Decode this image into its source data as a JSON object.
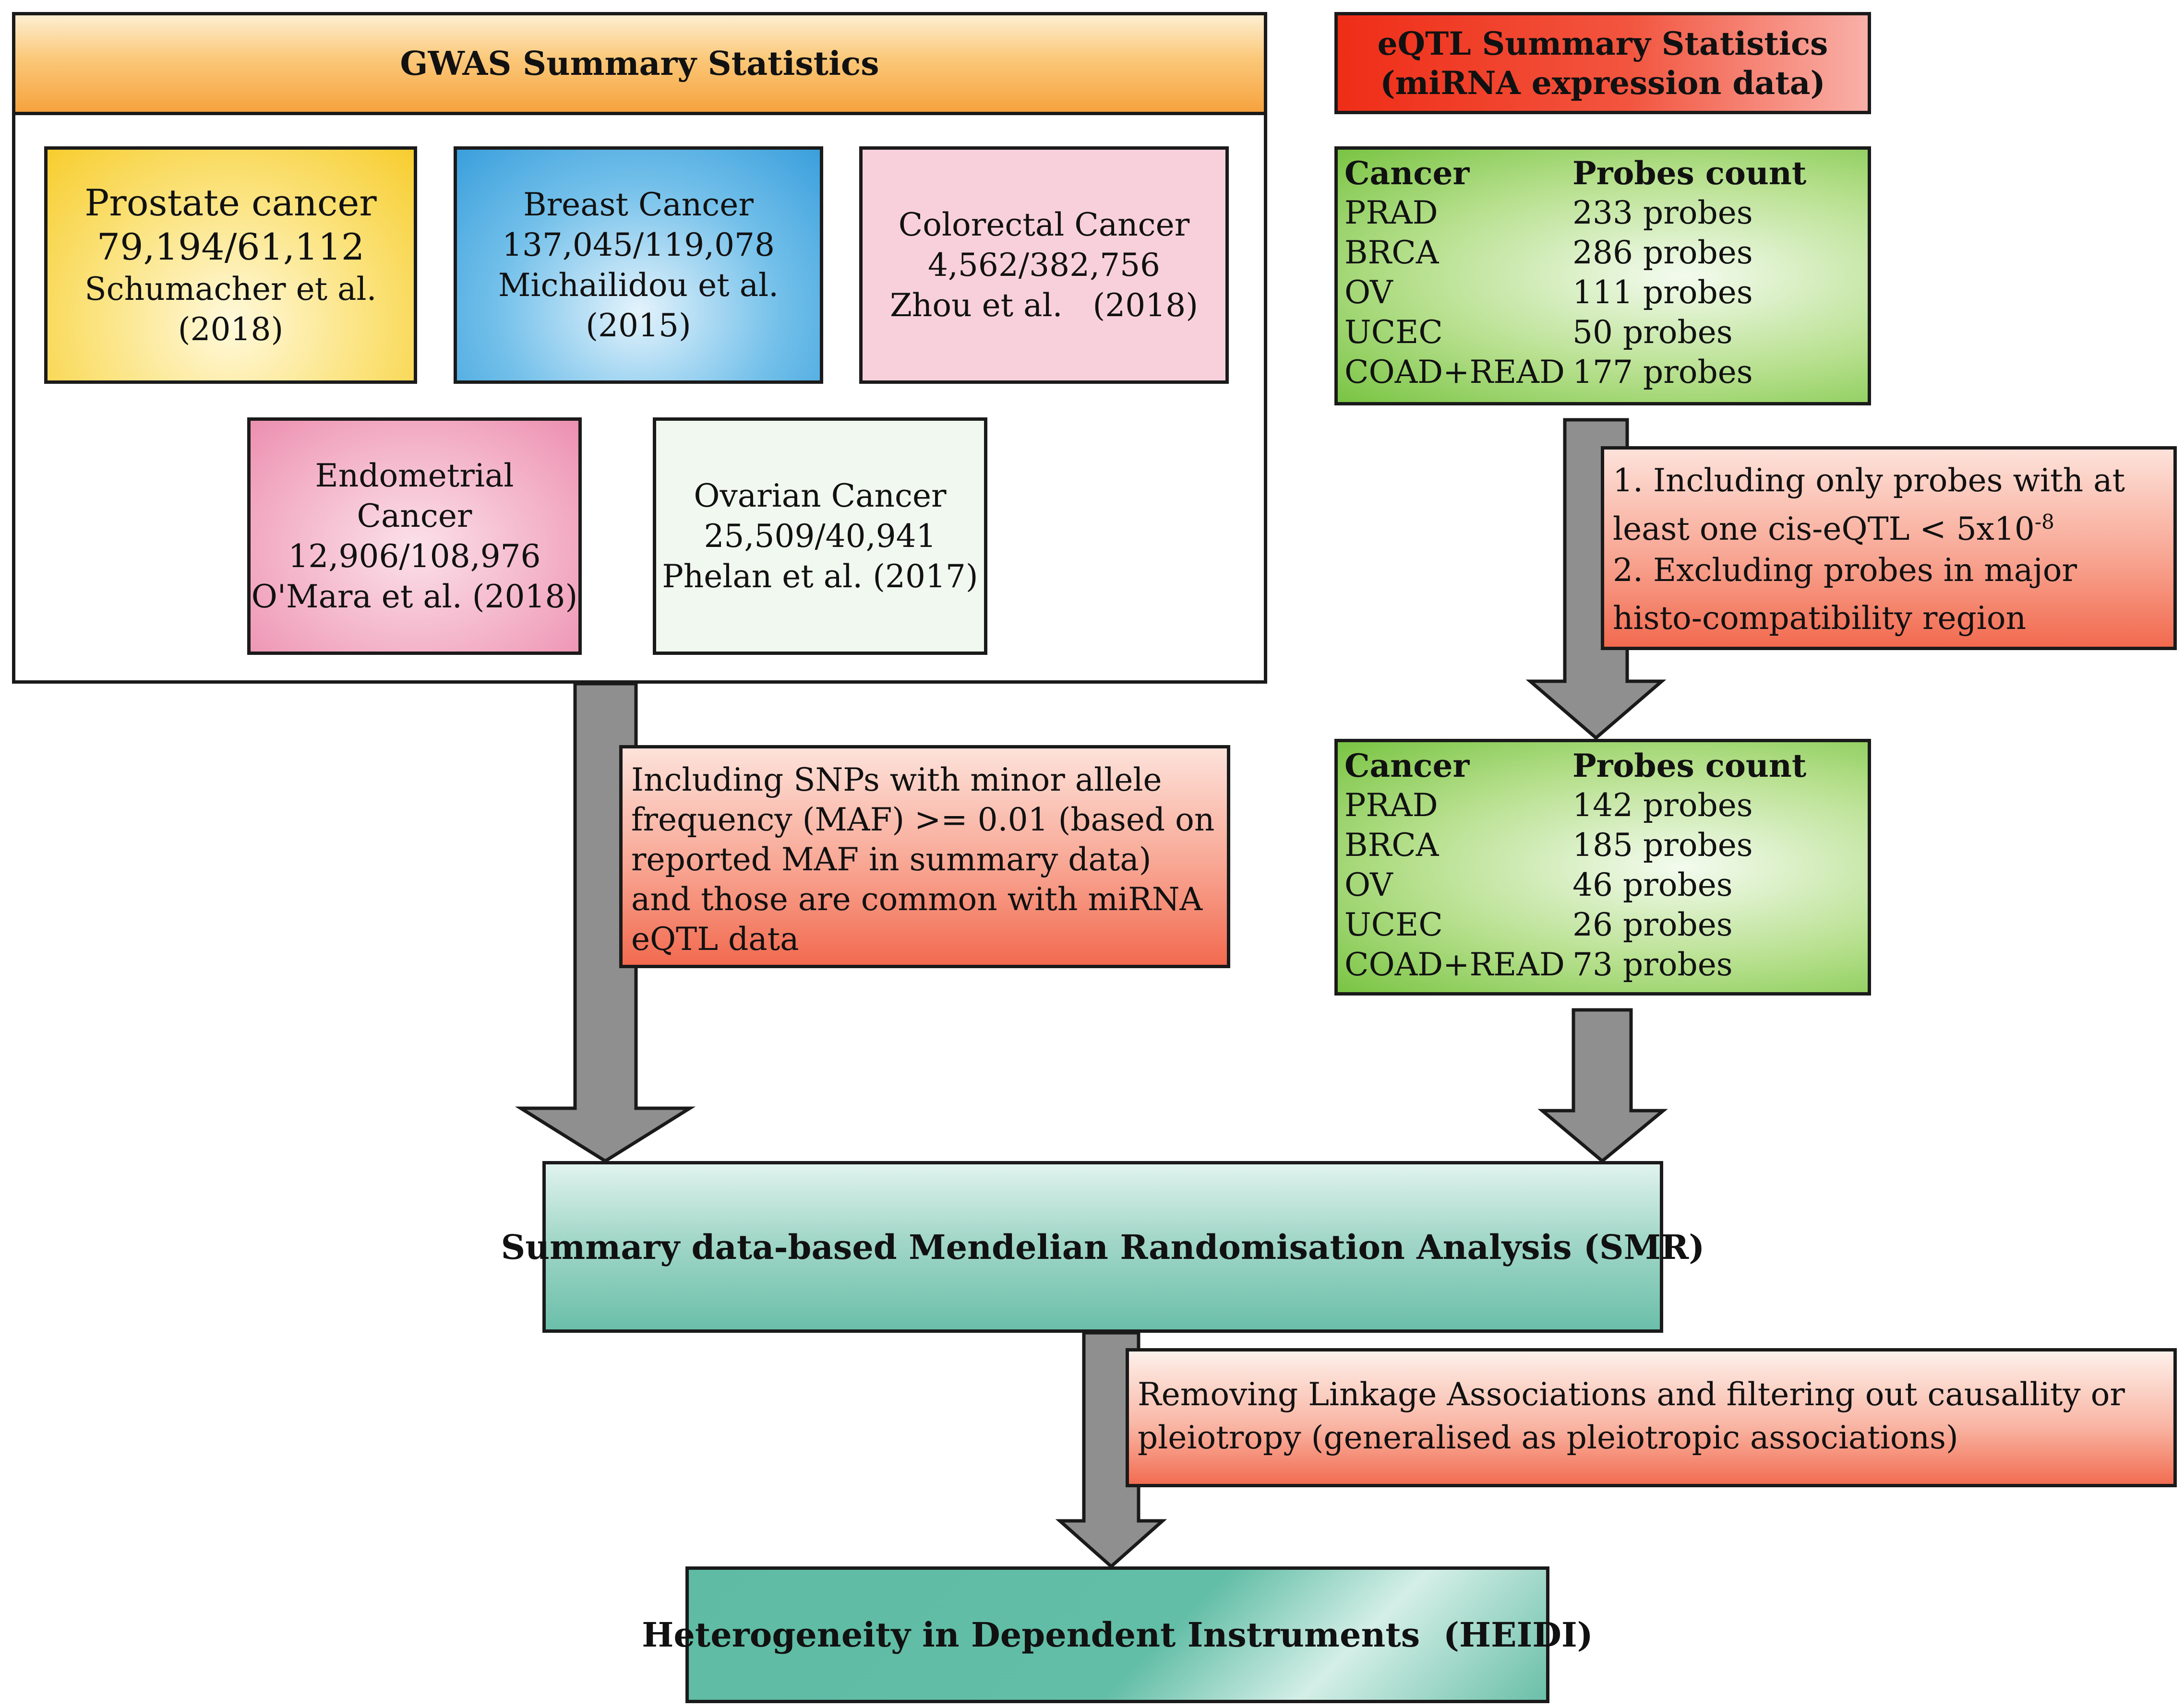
{
  "gwas": {
    "title": "GWAS Summary Statistics",
    "studies": [
      {
        "name": "Prostate cancer",
        "counts": "79,194/61,112",
        "citation": "Schumacher et al.",
        "year": "(2018)"
      },
      {
        "name": "Breast Cancer",
        "counts": "137,045/119,078",
        "citation": "Michailidou et al.",
        "year": "(2015)"
      },
      {
        "name": "Colorectal Cancer",
        "counts": "4,562/382,756",
        "citation": "Zhou et al.   (2018)"
      },
      {
        "name_line1": "Endometrial",
        "name_line2": "Cancer",
        "counts": "12,906/108,976",
        "citation": "O'Mara et al. (2018)"
      },
      {
        "name": "Ovarian Cancer",
        "counts": "25,509/40,941",
        "citation": "Phelan et al. (2017)"
      }
    ]
  },
  "eqtl": {
    "title_line1": "eQTL Summary Statistics",
    "title_line2": "(miRNA expression data)"
  },
  "probes_before": {
    "header": [
      "Cancer",
      "Probes count"
    ],
    "rows": [
      [
        "PRAD",
        "233 probes"
      ],
      [
        "BRCA",
        "286 probes"
      ],
      [
        "OV",
        "111 probes"
      ],
      [
        "UCEC",
        "50 probes"
      ],
      [
        "COAD+READ",
        "177 probes"
      ]
    ]
  },
  "probe_filter": {
    "line1": "1. Including only probes with at",
    "line2_prefix": "least one cis-eQTL < 5x10",
    "line2_exp": "-8",
    "line3": "2. Excluding probes in major",
    "line4": "histo-compatibility region"
  },
  "probes_after": {
    "header": [
      "Cancer",
      "Probes count"
    ],
    "rows": [
      [
        "PRAD",
        "142 probes"
      ],
      [
        "BRCA",
        "185 probes"
      ],
      [
        "OV",
        "46 probes"
      ],
      [
        "UCEC",
        "26 probes"
      ],
      [
        "COAD+READ",
        "73 probes"
      ]
    ]
  },
  "snp_filter": {
    "lines": [
      "Including SNPs with minor allele",
      "frequency (MAF) >= 0.01 (based on",
      "reported MAF in summary data)",
      "and those are common with miRNA",
      "eQTL data"
    ]
  },
  "smr": {
    "label": "Summary data-based Mendelian Randomisation Analysis (SMR)"
  },
  "linkage_filter": {
    "lines": [
      "Removing Linkage Associations and filtering out causallity or",
      "pleiotropy (generalised as pleiotropic associations)"
    ]
  },
  "heidi": {
    "label": "Heterogeneity in Dependent Instruments  (HEIDI)"
  },
  "colors": {
    "arrow_fill": "#8f8f8f",
    "gwas_header": "#f6a23e",
    "eqtl_header": "#ef2d17",
    "probe_box": "#79c443",
    "note_box": "#f26a4f",
    "smr_box": "#6bbfaa",
    "heidi_box": "#5fbba4"
  }
}
